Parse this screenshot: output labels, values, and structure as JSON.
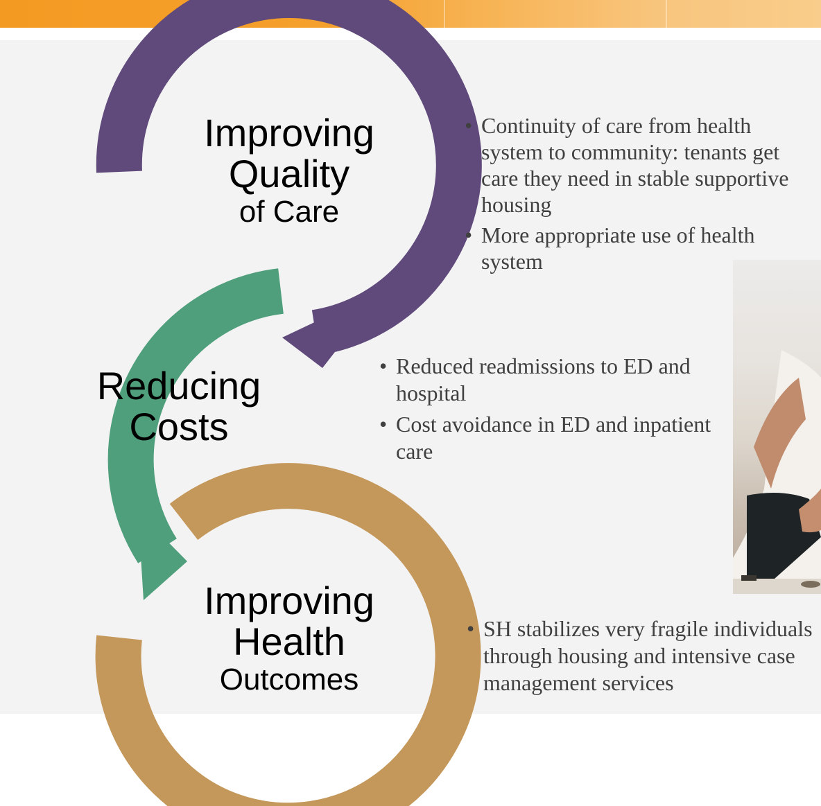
{
  "diagram": {
    "rings": [
      {
        "id": "quality",
        "color": "#604a7b",
        "label_lines": [
          "Improving",
          "Quality",
          "of Care"
        ]
      },
      {
        "id": "costs",
        "color": "#4f9f7c",
        "label_lines": [
          "Reducing",
          "Costs"
        ]
      },
      {
        "id": "outcomes",
        "color": "#c4975a",
        "label_lines": [
          "Improving",
          "Health",
          "Outcomes"
        ]
      }
    ]
  },
  "bullets": {
    "quality": [
      "Continuity of care from health system to community: tenants get care they need in stable supportive housing",
      "More appropriate use of health system"
    ],
    "costs": [
      "Reduced readmissions to ED and hospital",
      "Cost avoidance in ED and inpatient care"
    ],
    "outcomes": [
      "SH stabilizes very fragile individuals through housing and intensive case management services"
    ]
  },
  "colors": {
    "header_bar": "#f39a22",
    "slide_background": "#f3f3f3",
    "bullet_text": "#404040"
  }
}
